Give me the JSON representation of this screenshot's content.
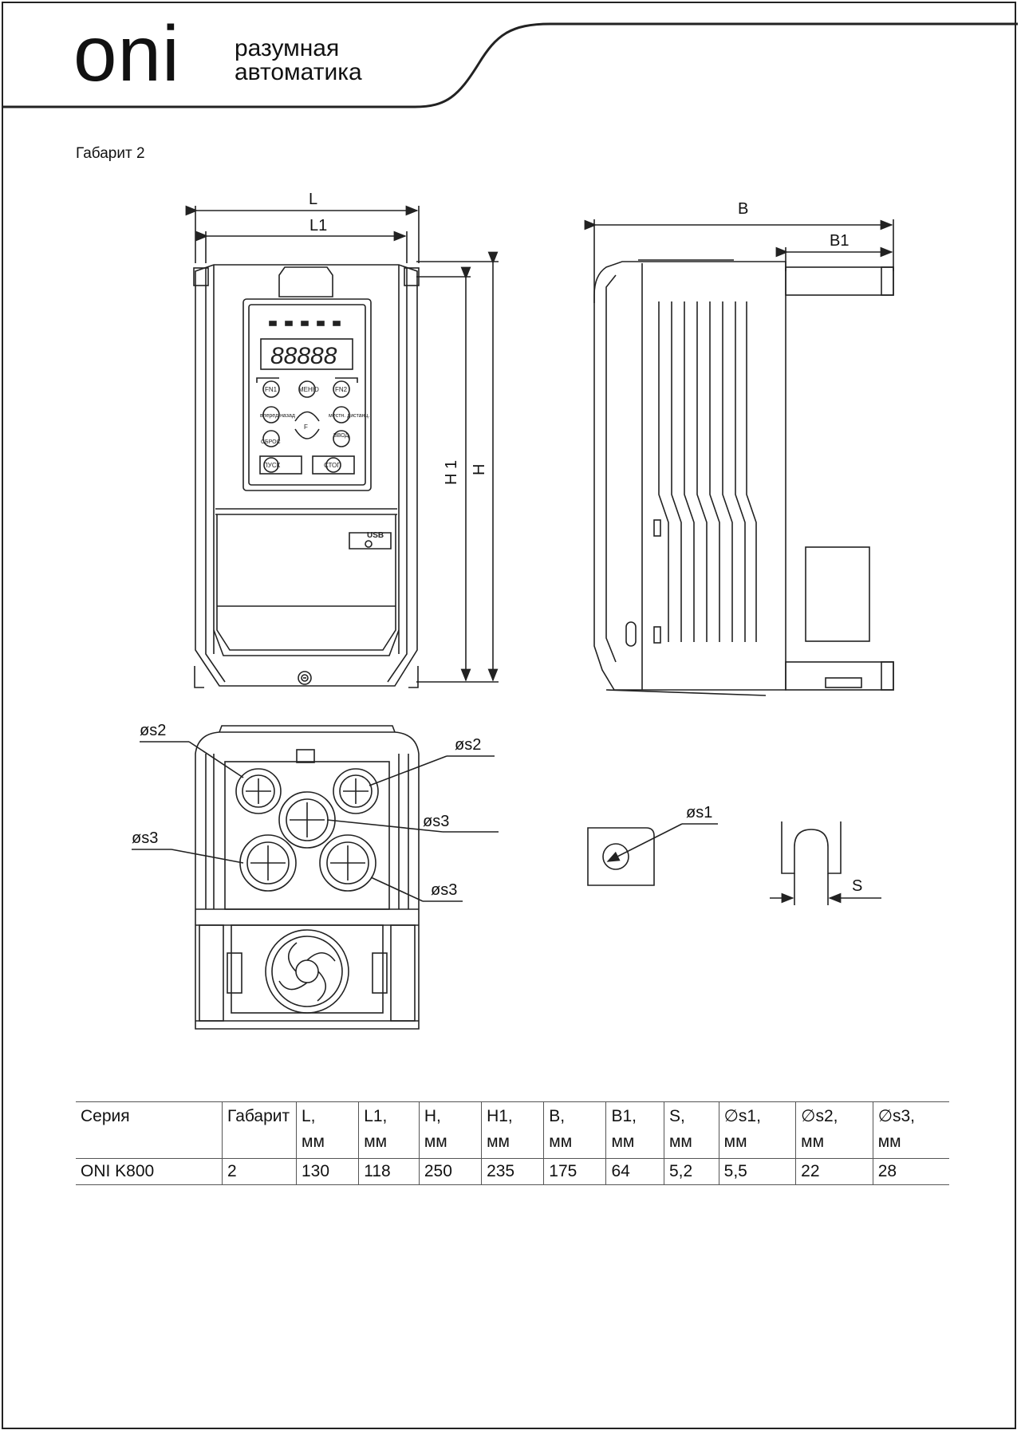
{
  "brand": {
    "logo_text": "oni",
    "tagline_line1": "разумная",
    "tagline_line2": "автоматика"
  },
  "size_label": "Габарит 2",
  "drawing_labels": {
    "front_L": "L",
    "front_L1": "L1",
    "front_H1": "H 1",
    "front_H": "H",
    "side_B": "B",
    "side_B1": "B1",
    "s2_left": "øs2",
    "s2_right": "øs2",
    "s3_left": "øs3",
    "s3_center": "øs3",
    "s3_right": "øs3",
    "s1": "øs1",
    "s": "S",
    "display": "88888",
    "key_fn1": "FN1",
    "key_menu": "МЕНЮ",
    "key_fn2": "FN2",
    "key_fwd": "вперед назад",
    "key_local": "местн. дистанц.",
    "key_reset": "СБРОС",
    "key_enter": "ВВОД",
    "key_f": "F",
    "key_start": "ПУСК",
    "key_stop": "СТОП",
    "usb": "USB"
  },
  "table": {
    "headers": [
      {
        "name": "Серия",
        "unit": ""
      },
      {
        "name": "Габарит",
        "unit": ""
      },
      {
        "name": "L,",
        "unit": "мм"
      },
      {
        "name": "L1,",
        "unit": "мм"
      },
      {
        "name": "H,",
        "unit": "мм"
      },
      {
        "name": "H1,",
        "unit": "мм"
      },
      {
        "name": "B,",
        "unit": "мм"
      },
      {
        "name": "B1,",
        "unit": "мм"
      },
      {
        "name": "S,",
        "unit": "мм"
      },
      {
        "name": "∅s1,",
        "unit": "мм"
      },
      {
        "name": "∅s2,",
        "unit": "мм"
      },
      {
        "name": "∅s3,",
        "unit": "мм"
      }
    ],
    "rows": [
      [
        "ONI K800",
        "2",
        "130",
        "118",
        "250",
        "235",
        "175",
        "64",
        "5,2",
        "5,5",
        "22",
        "28"
      ]
    ]
  }
}
